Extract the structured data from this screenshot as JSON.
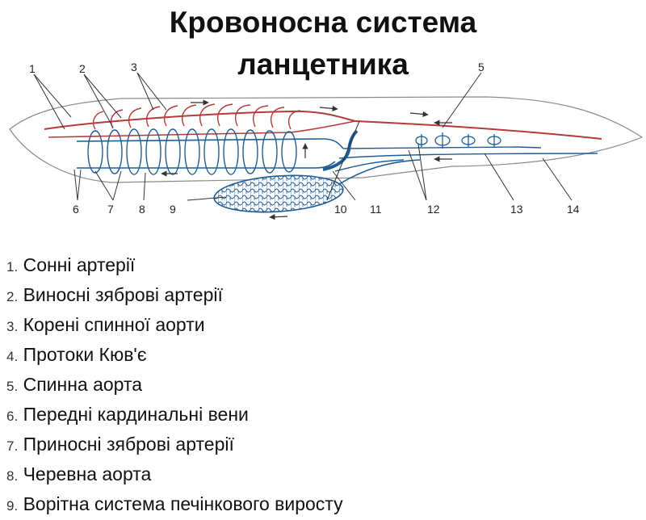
{
  "title": {
    "line1": "Кровоносна система",
    "line2": "ланцетника"
  },
  "colors": {
    "artery": "#b53a3a",
    "vein": "#1f5d97",
    "outline": "#8a8a8a"
  },
  "callouts": [
    "1",
    "2",
    "3",
    "5",
    "6",
    "7",
    "8",
    "9",
    "10",
    "11",
    "12",
    "13",
    "14"
  ],
  "legend": [
    {
      "num": "1.",
      "text": "Сонні артерії"
    },
    {
      "num": "2.",
      "text": "Виносні зяброві артерії"
    },
    {
      "num": "3.",
      "text": "Корені спинної аорти"
    },
    {
      "num": "4.",
      "text": "Протоки Кюв'є"
    },
    {
      "num": "5.",
      "text": "Спинна аорта"
    },
    {
      "num": "6.",
      "text": "Передні кардинальні вени"
    },
    {
      "num": "7.",
      "text": "Приносні зяброві артерії"
    },
    {
      "num": "8.",
      "text": "Черевна аорта"
    },
    {
      "num": "9.",
      "text": "Ворітна система печінкового виросту"
    }
  ]
}
